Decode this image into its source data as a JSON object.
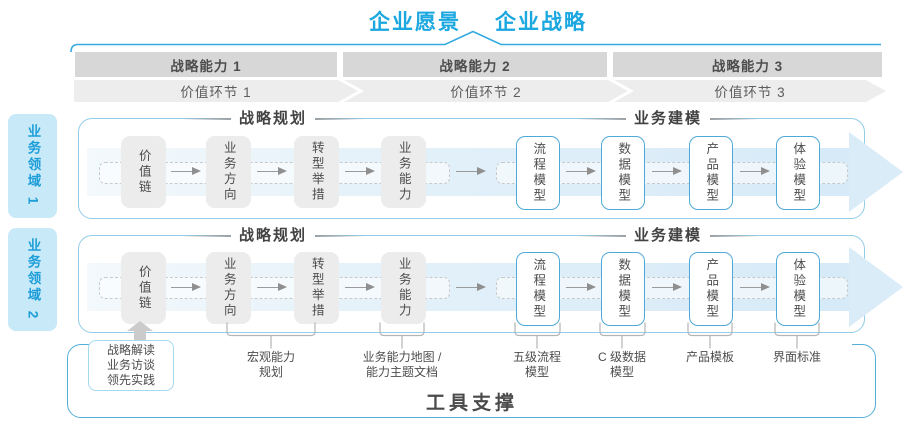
{
  "header": {
    "vision": "企业愿景",
    "strategy": "企业战略"
  },
  "capability_bars": [
    "战略能力 1",
    "战略能力 2",
    "战略能力 3"
  ],
  "value_links": [
    "价值环节 1",
    "价值环节 2",
    "价值环节 3"
  ],
  "domains": [
    "业务领域 1",
    "业务领域 2"
  ],
  "rows": [
    {
      "planning_header": "战略规划",
      "modeling_header": "业务建模",
      "boxes": [
        "价值链",
        "业务方向",
        "转型举措",
        "业务能力",
        "流程模型",
        "数据模型",
        "产品模型",
        "体验模型"
      ]
    },
    {
      "planning_header": "战略规划",
      "modeling_header": "业务建模",
      "boxes": [
        "价值链",
        "业务方向",
        "转型举措",
        "业务能力",
        "流程模型",
        "数据模型",
        "产品模型",
        "体验模型"
      ]
    }
  ],
  "annotations": {
    "practice_lines": [
      "战略解读",
      "业务访谈",
      "领先实践"
    ],
    "notes": [
      [
        "宏观能力",
        "规划"
      ],
      [
        "业务能力地图 /",
        "能力主题文档"
      ],
      [
        "五级流程",
        "模型"
      ],
      [
        "C 级数据",
        "模型"
      ],
      [
        "产品模板"
      ],
      [
        "界面标准"
      ]
    ]
  },
  "tool_support": "工具支撑",
  "colors": {
    "accent_blue": "#1ba7e0",
    "light_blue_fill": "#c8e9f8",
    "row_border": "#93cce8",
    "arrow_band": "#d6eaf7",
    "gray_bar": "#d7d7d7",
    "chevron_band": "#ededed",
    "box_gray": "#ececec",
    "box_blue_border": "#4fa9d6",
    "text_dark": "#4d4d4d"
  }
}
